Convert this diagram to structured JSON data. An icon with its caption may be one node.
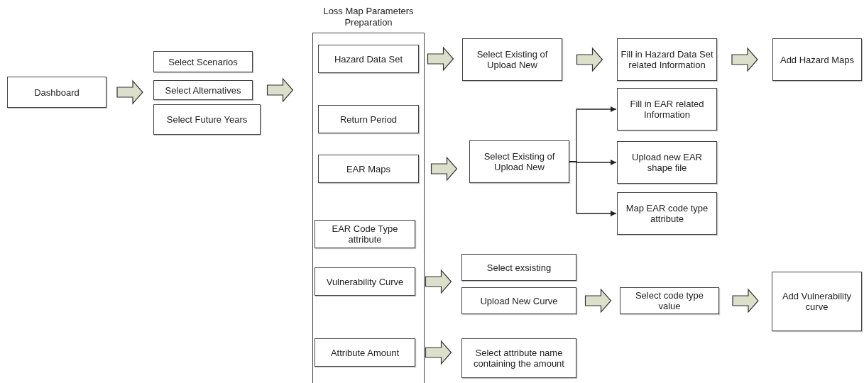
{
  "diagram": {
    "nodes": [
      {
        "text": [
          "Dashboard"
        ]
      },
      {
        "text": [
          "Select Scenarios"
        ]
      },
      {
        "text": [
          "Select Alternatives"
        ]
      },
      {
        "text": [
          "Select Future Years"
        ]
      },
      {
        "text": [
          "Loss Map Parameters Preparation"
        ]
      },
      {
        "text": [
          "Hazard Data Set"
        ],
        "in": 4
      },
      {
        "text": [
          "Return Period"
        ],
        "in": 4
      },
      {
        "text": [
          "EAR Maps"
        ],
        "in": 4
      },
      {
        "text": [
          "EAR Code Type attribute"
        ],
        "in": 4
      },
      {
        "text": [
          "Vulnerability Curve"
        ],
        "in": 4
      },
      {
        "text": [
          "Attribute Amount"
        ],
        "in": 4
      },
      {
        "text": [
          "Select Existing of Upload New"
        ]
      },
      {
        "text": [
          "Fill in Hazard Data Set related Information"
        ]
      },
      {
        "text": [
          "Add Hazard Maps"
        ]
      },
      {
        "text": [
          "Select Existing of Upload New"
        ]
      },
      {
        "text": [
          "Fill in EAR related Information"
        ]
      },
      {
        "text": [
          "Upload new EAR shape file"
        ]
      },
      {
        "text": [
          "Map EAR code type attribute"
        ]
      },
      {
        "text": [
          "Select exsisting"
        ]
      },
      {
        "text": [
          "Upload New Curve"
        ]
      },
      {
        "text": [
          "Select code type value"
        ]
      },
      {
        "text": [
          "Add Vulnerability curve"
        ]
      },
      {
        "text": [
          "Select attribute name containing the amount"
        ]
      }
    ],
    "edges": [
      {
        "from": 0,
        "to": 2,
        "arrow": "to",
        "style": "thick"
      },
      {
        "from": 2,
        "to": 4,
        "arrow": "to",
        "style": "thick"
      },
      {
        "from": 5,
        "to": 11,
        "arrow": "to",
        "style": "thick"
      },
      {
        "from": 11,
        "to": 12,
        "arrow": "to",
        "style": "thick"
      },
      {
        "from": 12,
        "to": 13,
        "arrow": "to",
        "style": "thick"
      },
      {
        "from": 7,
        "to": 14,
        "arrow": "to",
        "style": "thick"
      },
      {
        "from": 14,
        "to": 15,
        "arrow": "to"
      },
      {
        "from": 14,
        "to": 16,
        "arrow": "to"
      },
      {
        "from": 14,
        "to": 17,
        "arrow": "to"
      },
      {
        "from": 9,
        "to": 19,
        "arrow": "to",
        "style": "thick"
      },
      {
        "from": 19,
        "to": 20,
        "arrow": "to",
        "style": "thick"
      },
      {
        "from": 20,
        "to": 21,
        "arrow": "to",
        "style": "thick"
      },
      {
        "from": 10,
        "to": 22,
        "arrow": "to",
        "style": "thick"
      }
    ]
  }
}
